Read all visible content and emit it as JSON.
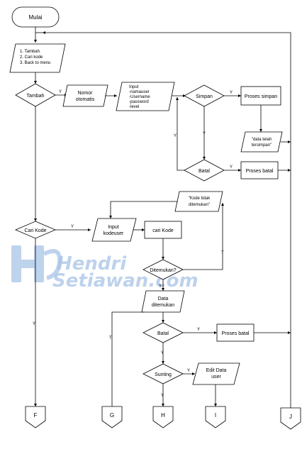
{
  "start": "Mulai",
  "menu_input": [
    "1. Tambah",
    "2. Cari kode",
    "3. Back to menu"
  ],
  "decisions": {
    "tambah": "Tambah",
    "simpan": "Simpan",
    "batal_top": "Batal",
    "cari_kode": "Cari Kode",
    "ditemukan": "Ditemukan?",
    "batal_bottom": "Batal",
    "sunting": "Sunting"
  },
  "io": {
    "nomor_otomatis": [
      "Nomor",
      "otomatis"
    ],
    "input_user": [
      "Input",
      "-namauser",
      "-Username",
      "-password",
      "-level"
    ],
    "data_telah_tersimpan": [
      "\"data telah",
      "tersimpan\""
    ],
    "kode_tidak_ditemukan": [
      "\"Kode tidak",
      "ditemukan\""
    ],
    "input_kodeuser": [
      "Input",
      "kodeuser"
    ],
    "data_ditemukan": [
      "Data",
      "ditemukan"
    ],
    "edit_data_user": [
      "Edit Data",
      "user"
    ]
  },
  "processes": {
    "proses_simpan": "Proses simpan",
    "proses_batal_top": "Proses batal",
    "cari_kode_proc": "cari Kode",
    "proses_batal_bottom": "Proses batal"
  },
  "edge_labels": {
    "yes": "Y",
    "no": "T"
  },
  "connectors": [
    "F",
    "G",
    "H",
    "I",
    "J"
  ],
  "watermark": {
    "line1": "Hendri",
    "line2": "Setiawan.com",
    "logo_letter": "HS"
  }
}
